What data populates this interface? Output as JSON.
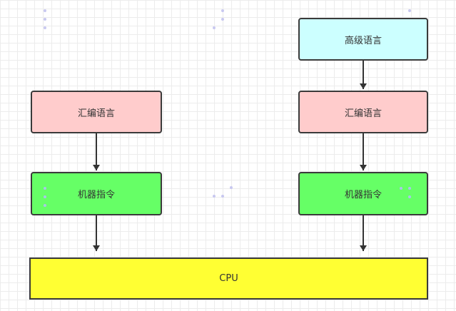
{
  "diagram": {
    "nodes": {
      "high_level": "高级语言",
      "assembly_left": "汇编语言",
      "assembly_right": "汇编语言",
      "machine_left": "机器指令",
      "machine_right": "机器指令",
      "cpu": "CPU"
    },
    "edges": [
      {
        "from": "high_level",
        "to": "assembly_right"
      },
      {
        "from": "assembly_left",
        "to": "machine_left"
      },
      {
        "from": "assembly_right",
        "to": "machine_right"
      },
      {
        "from": "machine_left",
        "to": "cpu"
      },
      {
        "from": "machine_right",
        "to": "cpu"
      }
    ],
    "colors": {
      "high_level": "#ccffff",
      "assembly": "#ffcccc",
      "machine": "#66ff66",
      "cpu": "#ffff33",
      "border": "#3a3a3a"
    }
  }
}
